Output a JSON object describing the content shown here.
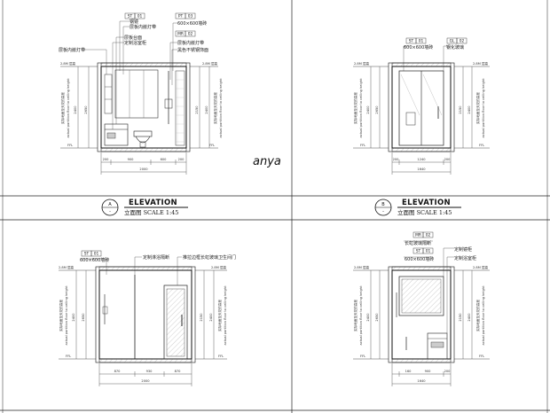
{
  "signature": "anya",
  "caption_top_left": {
    "marker_letter": "A",
    "marker_sheet": "-",
    "title": "ELEVATION",
    "subtitle": "立面图  SCALE 1:45"
  },
  "caption_top_right": {
    "marker_letter": "B",
    "marker_sheet": "-",
    "title": "ELEVATION",
    "subtitle": "立面图  SCALE 1:45"
  },
  "panel_a": {
    "tags": [
      {
        "code": "ST",
        "num": "01"
      },
      {
        "code": "PT",
        "num": "03"
      },
      {
        "code": "MR",
        "num": "02"
      }
    ],
    "labels": [
      "钢镜",
      "层板内嵌灯带",
      "层板台面",
      "定制浴室柜",
      "层板内嵌灯带",
      "600×600墙砖",
      "层板内嵌灯带",
      "黑色不锈钢饰面"
    ],
    "level_top": "2.8M 层高",
    "level_bottom": "FFL",
    "height_dims": [
      "2400",
      "2650",
      "2150"
    ],
    "vertical_notes": [
      "实际地面至天花的高度",
      "actual partition floor to ceiling height"
    ],
    "width_dims": [
      "200",
      "900",
      "600",
      "200"
    ],
    "total_width": "2000"
  },
  "panel_b": {
    "tags": [
      {
        "code": "ST",
        "num": "01"
      },
      {
        "code": "GL",
        "num": "02"
      }
    ],
    "labels": [
      "600×600墙砖",
      "钢化玻璃"
    ],
    "level_top": "2.8M 层高",
    "level_bottom": "FFL",
    "height_dims": [
      "2400",
      "2650",
      "2150"
    ],
    "vertical_notes": [
      "实际地面至天花的高度",
      "actual partition floor to ceiling height"
    ],
    "width_dims": [
      "200",
      "1240",
      "200"
    ],
    "total_width": "1640"
  },
  "panel_c": {
    "tags": [
      {
        "code": "ST",
        "num": "01"
      }
    ],
    "labels": [
      "600×600墙砖",
      "定制淋浴隔断",
      "推拉边框长虹玻璃卫生间门"
    ],
    "level_top": "2.8M 层高",
    "level_bottom": "FFL",
    "height_dims": [
      "2400",
      "2650",
      "2150"
    ],
    "vertical_notes": [
      "实际地面至天花的高度",
      "actual partition floor to ceiling height"
    ],
    "width_dims": [
      "870",
      "930",
      "870"
    ],
    "total_width": "2000"
  },
  "panel_d": {
    "tags": [
      {
        "code": "MR",
        "num": "02"
      },
      {
        "code": "ST",
        "num": "01"
      }
    ],
    "labels": [
      "长虹玻璃隔断",
      "定制镜柜",
      "600×600墙砖",
      "定制浴室柜"
    ],
    "level_top": "2.8M 层高",
    "level_bottom": "FFL",
    "height_dims": [
      "2400",
      "2650",
      "2150"
    ],
    "vertical_notes": [
      "实际地面至天花的高度",
      "actual partition floor to ceiling height"
    ],
    "width_dims": [
      "160",
      "900",
      "200"
    ],
    "total_width": "1640"
  }
}
